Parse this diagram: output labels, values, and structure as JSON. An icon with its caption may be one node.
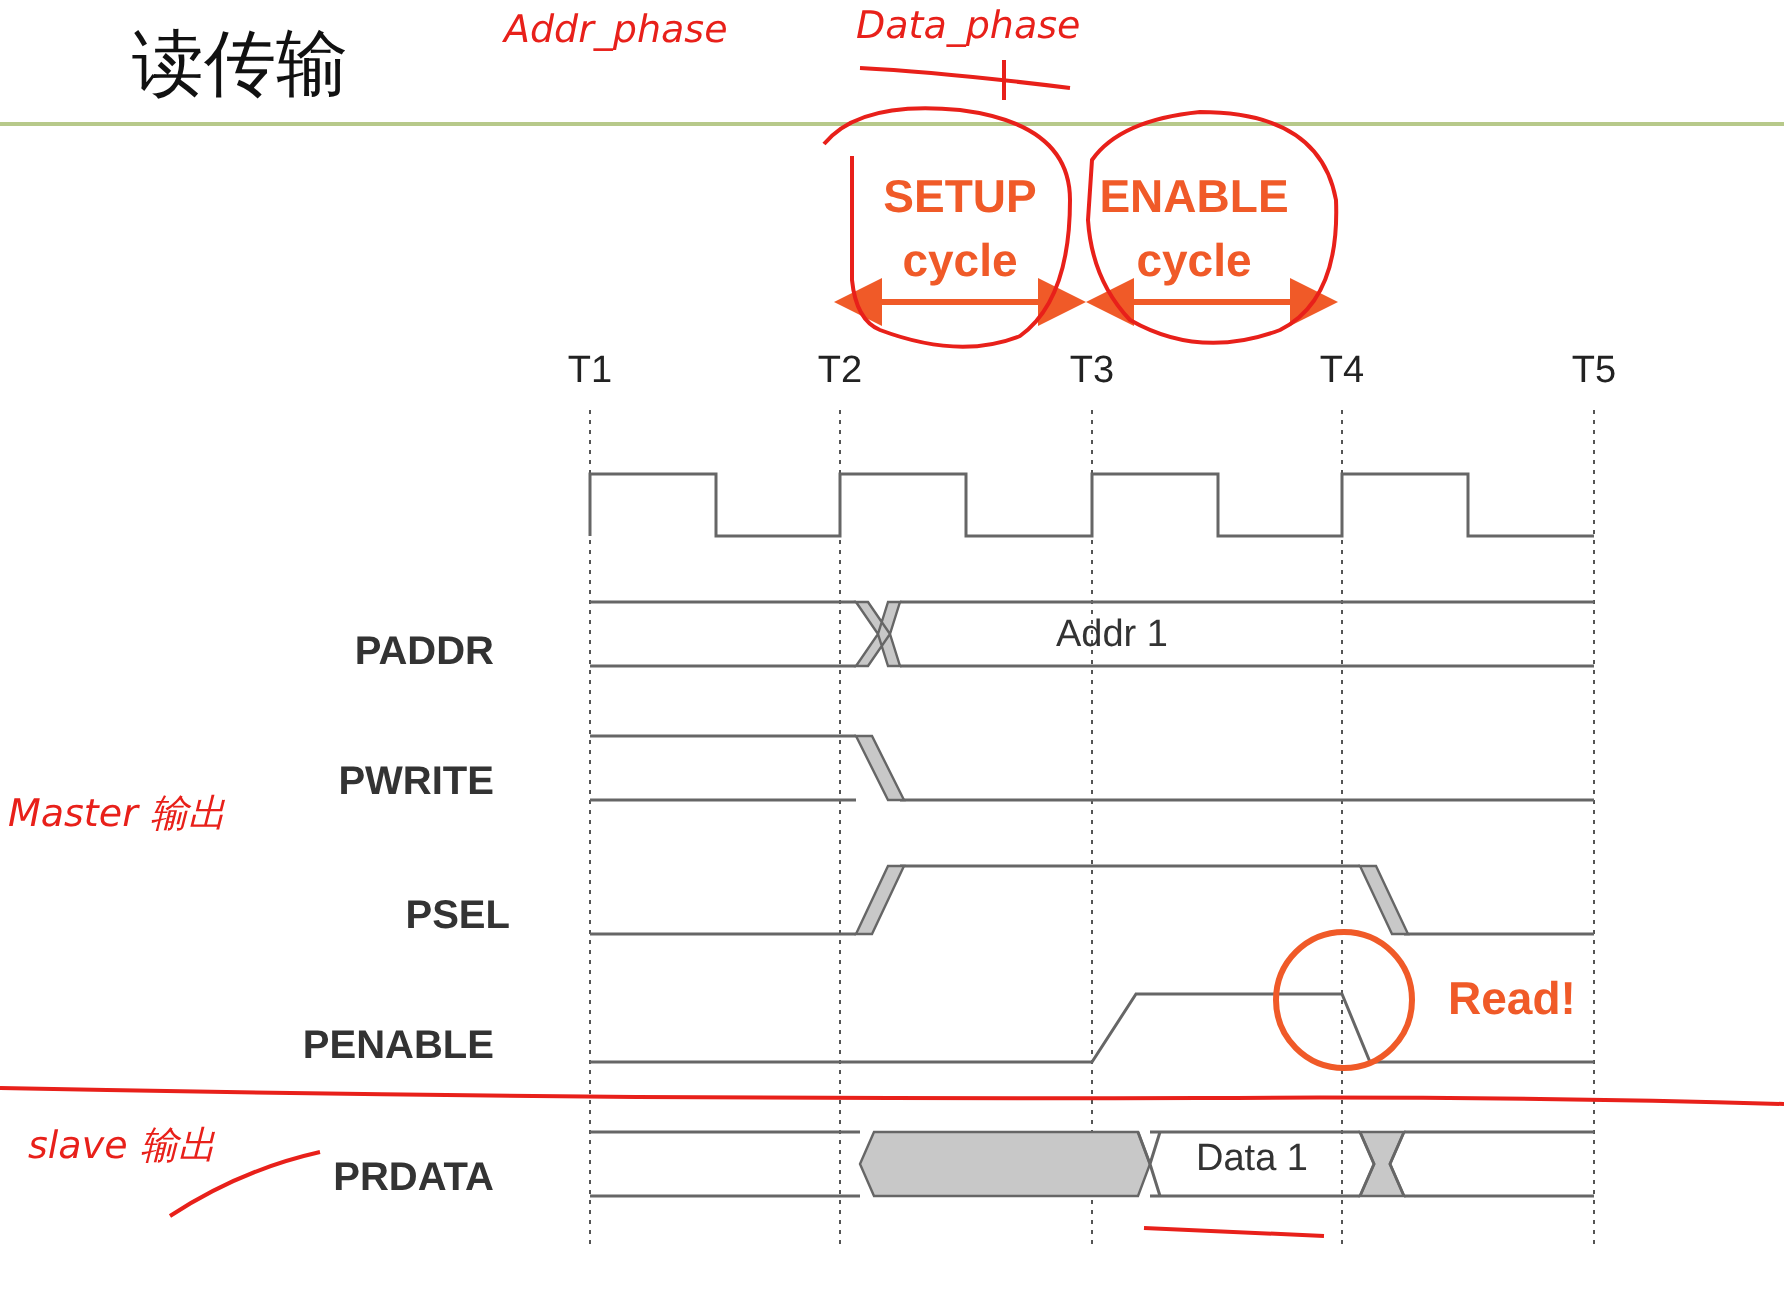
{
  "diagram": {
    "title": "读传输",
    "labels": [
      "Addr_phase",
      "Data_phase",
      "SETUP cycle",
      "ENABLE cycle",
      "T1",
      "T2",
      "T3",
      "T4",
      "T5",
      "Addr 1",
      "PADDR",
      "Master 输出",
      "PWRITE",
      "PSEL",
      "Read!",
      "PENABLE",
      "slave 输出",
      "Data 1",
      "PRDATA"
    ]
  }
}
